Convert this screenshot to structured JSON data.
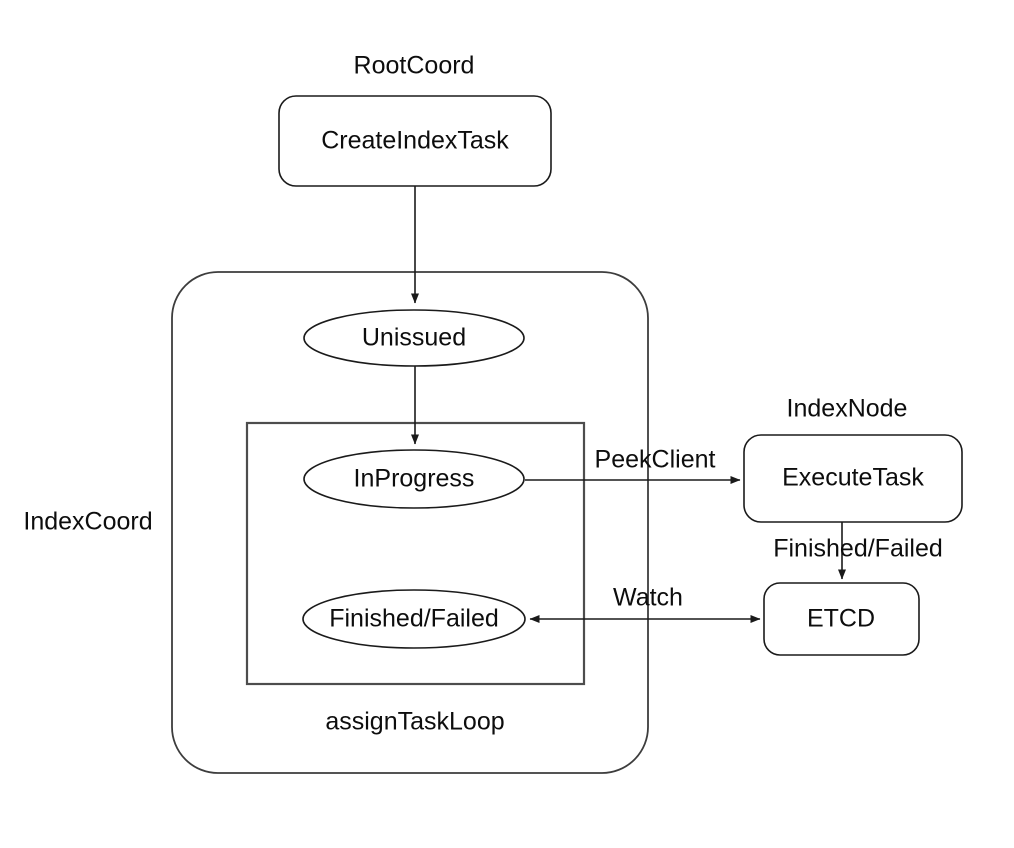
{
  "diagram": {
    "title": "Index task lifecycle across RootCoord, IndexCoord and IndexNode",
    "background_color": "#ffffff",
    "stroke_color": "#1a1a1a",
    "group_stroke_color": "#3d3d3d",
    "text_color": "#0d0d0d"
  },
  "groups": {
    "root_coord": {
      "label": "RootCoord",
      "shape": "text-caption"
    },
    "index_coord": {
      "label": "IndexCoord",
      "shape": "rounded-rect"
    },
    "index_node": {
      "label": "IndexNode",
      "shape": "text-caption"
    },
    "assign_task_loop": {
      "label": "assignTaskLoop",
      "shape": "rect"
    }
  },
  "nodes": {
    "create_index_task": {
      "label": "CreateIndexTask",
      "shape": "rounded-rect",
      "group": "RootCoord"
    },
    "unissued": {
      "label": "Unissued",
      "shape": "ellipse",
      "group": "IndexCoord"
    },
    "in_progress": {
      "label": "InProgress",
      "shape": "ellipse",
      "group": "assignTaskLoop"
    },
    "finished_failed": {
      "label": "Finished/Failed",
      "shape": "ellipse",
      "group": "assignTaskLoop"
    },
    "execute_task": {
      "label": "ExecuteTask",
      "shape": "rounded-rect",
      "group": "IndexNode"
    },
    "etcd": {
      "label": "ETCD",
      "shape": "rounded-rect",
      "group": "IndexNode"
    }
  },
  "edges": [
    {
      "id": "e1",
      "from": "CreateIndexTask",
      "to": "Unissued",
      "label": "",
      "arrow": "end"
    },
    {
      "id": "e2",
      "from": "Unissued",
      "to": "InProgress",
      "label": "",
      "arrow": "end"
    },
    {
      "id": "e3",
      "from": "InProgress",
      "to": "ExecuteTask",
      "label": "PeekClient",
      "arrow": "end"
    },
    {
      "id": "e4",
      "from": "ExecuteTask",
      "to": "ETCD",
      "label": "Finished/Failed",
      "arrow": "end"
    },
    {
      "id": "e5",
      "from": "ETCD",
      "to": "Finished/Failed",
      "label": "Watch",
      "arrow": "both"
    }
  ],
  "edge_labels": {
    "peek_client": "PeekClient",
    "finished_failed": "Finished/Failed",
    "watch": "Watch"
  }
}
